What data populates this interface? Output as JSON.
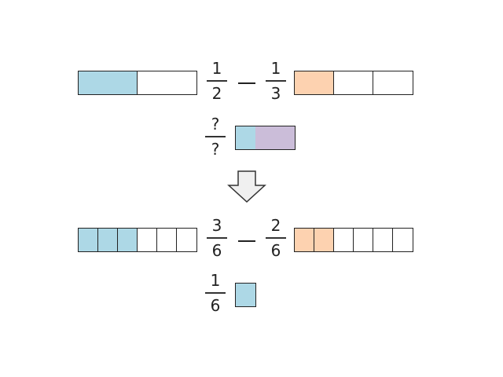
{
  "colors": {
    "blue": "#add8e6",
    "peach": "#fdd2b0",
    "lavender": "#cbbdd9",
    "outline": "#222222",
    "arrow_fill": "#f0f0f0"
  },
  "top": {
    "left_bar": {
      "parts": 2,
      "filled": 1
    },
    "left_fraction": {
      "numerator": "1",
      "denominator": "2"
    },
    "operator": "minus",
    "right_fraction": {
      "numerator": "1",
      "denominator": "3"
    },
    "right_bar": {
      "parts": 3,
      "filled": 1
    },
    "result_fraction": {
      "numerator": "?",
      "denominator": "?"
    }
  },
  "arrow": {
    "icon": "down-arrow-icon"
  },
  "bottom": {
    "left_bar": {
      "parts": 6,
      "filled": 3
    },
    "left_fraction": {
      "numerator": "3",
      "denominator": "6"
    },
    "operator": "minus",
    "right_fraction": {
      "numerator": "2",
      "denominator": "6"
    },
    "right_bar": {
      "parts": 6,
      "filled": 2
    },
    "result_fraction": {
      "numerator": "1",
      "denominator": "6"
    },
    "result_bar": {
      "parts": 1,
      "filled": 1
    }
  }
}
